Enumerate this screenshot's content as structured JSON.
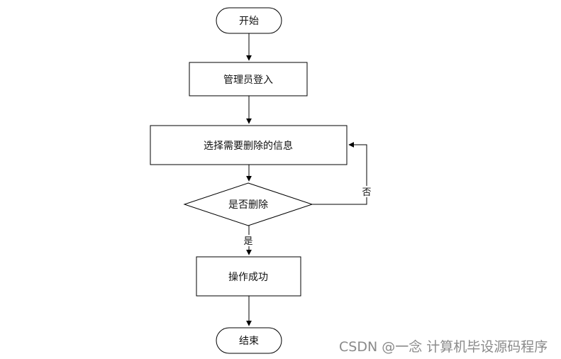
{
  "diagram": {
    "nodes": {
      "start": "开始",
      "login": "管理员登入",
      "select": "选择需要删除的信息",
      "decision": "是否删除",
      "success": "操作成功",
      "end": "结束"
    },
    "edges": {
      "yes": "是",
      "no": "否"
    }
  },
  "watermark": "CSDN @一念 计算机毕设源码程序"
}
